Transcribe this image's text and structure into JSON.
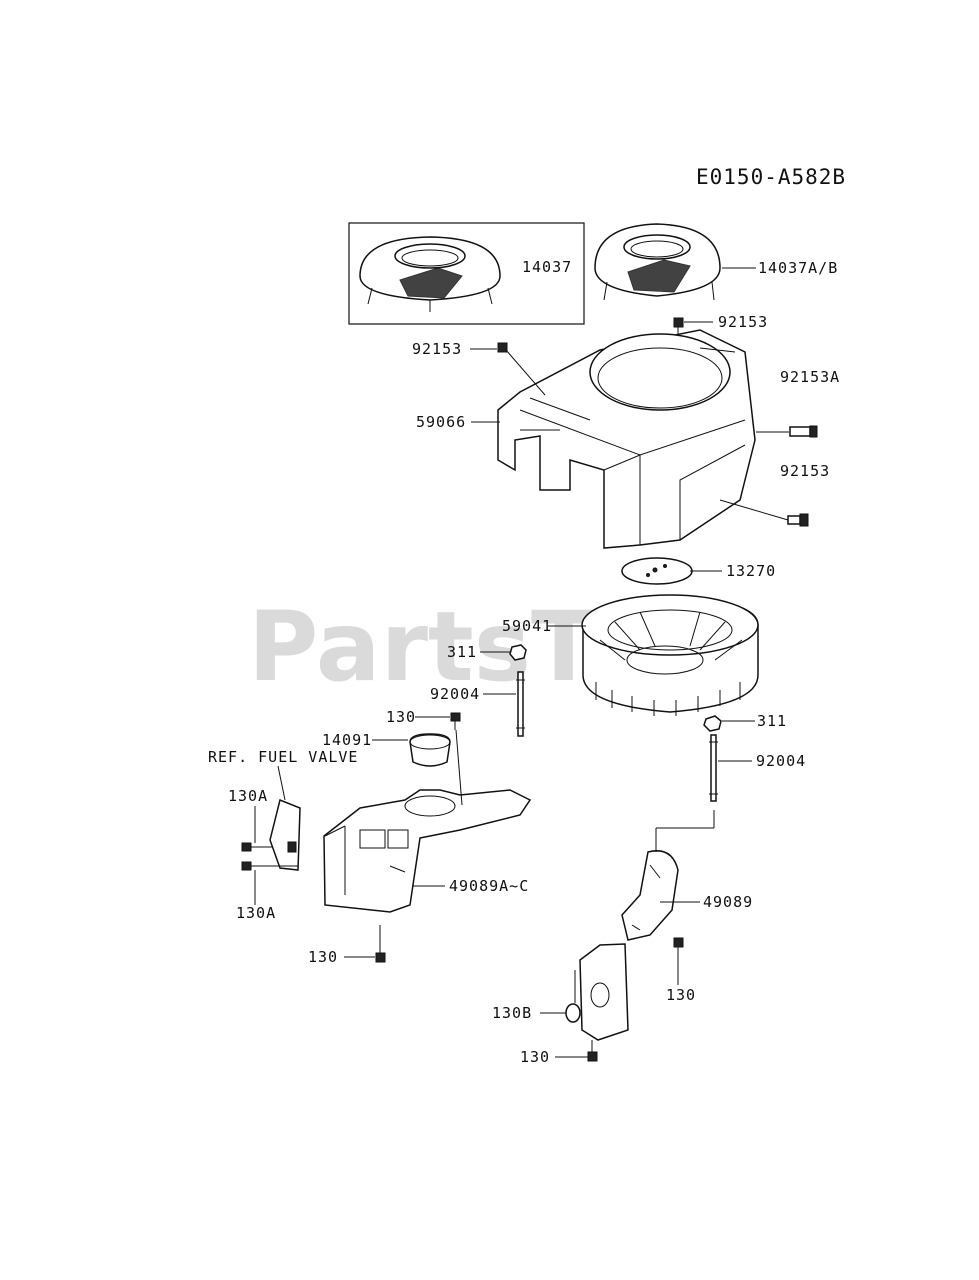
{
  "diagram": {
    "code": "E0150-A582B",
    "watermark": "PartsTree",
    "trademark": "™",
    "ref_fuel_valve": "REF. FUEL VALVE"
  },
  "labels": {
    "p14037": "14037",
    "p14037ab": "14037A/B",
    "p92153_top": "92153",
    "p92153_left": "92153",
    "p92153a": "92153A",
    "p59066": "59066",
    "p92153_right": "92153",
    "p13270": "13270",
    "p59041": "59041",
    "p311_left": "311",
    "p92004_left": "92004",
    "p130_top": "130",
    "p14091": "14091",
    "p130a_top": "130A",
    "p130a_bottom": "130A",
    "p49089ac": "49089A~C",
    "p130_lower_left": "130",
    "p311_right": "311",
    "p92004_right": "92004",
    "p49089": "49089",
    "p130_right": "130",
    "p130b": "130B",
    "p130_bottom": "130"
  }
}
